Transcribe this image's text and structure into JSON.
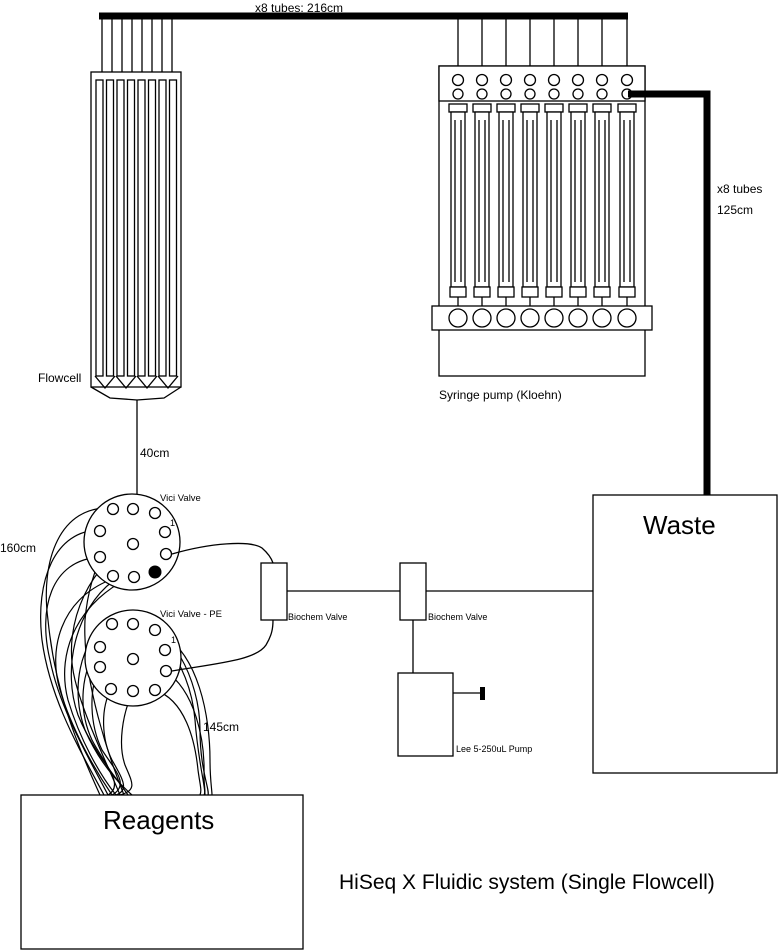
{
  "labels": {
    "top_tubes": "x8 tubes: 216cm",
    "right_tubes_1": "x8 tubes",
    "right_tubes_2": "125cm",
    "flowcell": "Flowcell",
    "syringe_pump": "Syringe pump (Kloehn)",
    "tube_40": "40cm",
    "tube_160": "160cm",
    "tube_145": "145cm",
    "vici_valve": "Vici Valve",
    "vici_valve_pe": "Vici Valve - PE",
    "biochem_valve_1": "Biochem Valve",
    "biochem_valve_2": "Biochem Valve",
    "lee_pump": "Lee 5-250uL Pump",
    "waste": "Waste",
    "reagents": "Reagents",
    "title": "HiSeq X Fluidic system (Single Flowcell)",
    "port_1_a": "1",
    "port_1_b": "1"
  }
}
